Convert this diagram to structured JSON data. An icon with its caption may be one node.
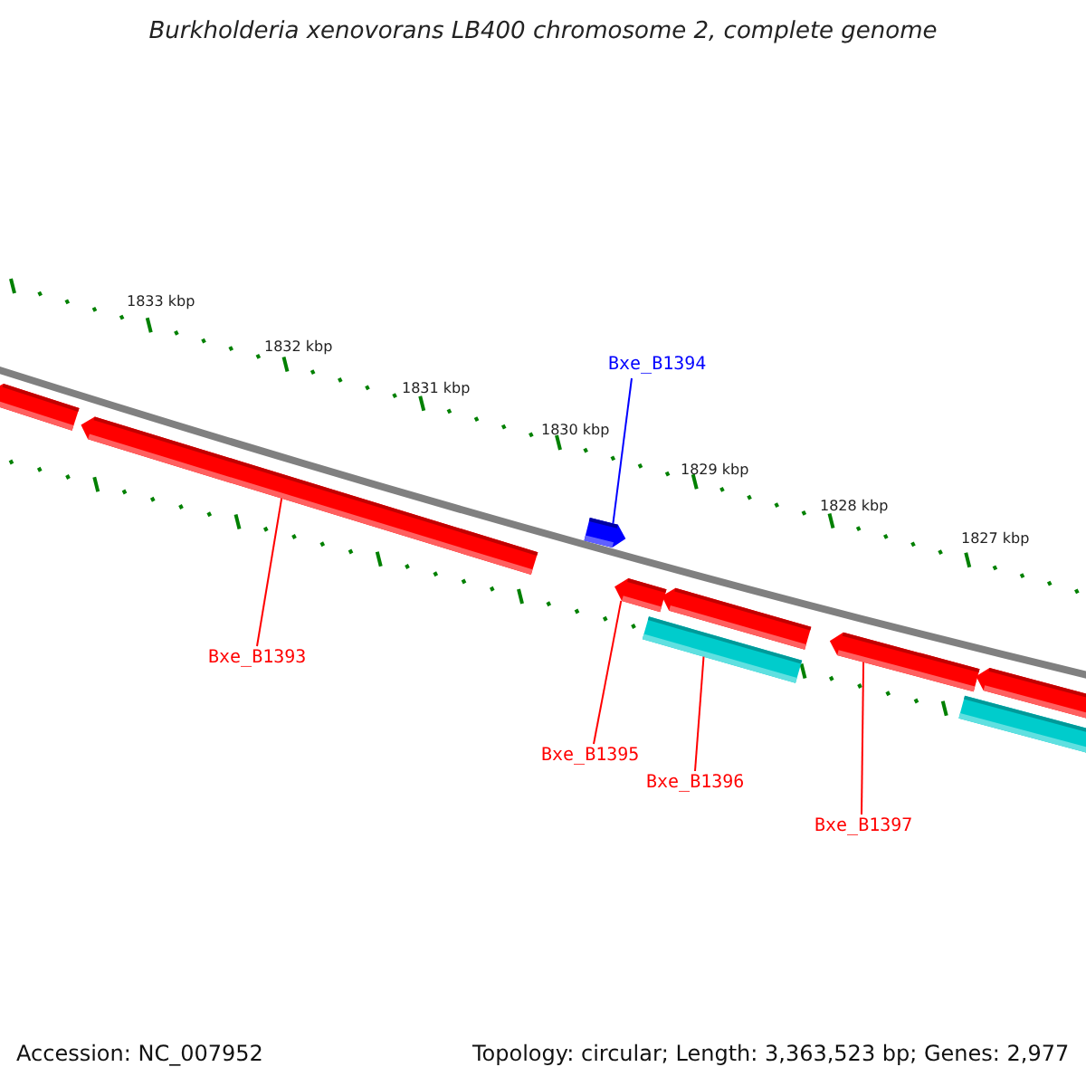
{
  "diagram": {
    "title": "Burkholderia xenovorans LB400 chromosome 2, complete genome",
    "nodes": [
      {
        "text": [
          "Bxe_B1394"
        ]
      },
      {
        "text": [
          "Bxe_B1393"
        ]
      },
      {
        "text": [
          "Bxe_B1395"
        ]
      },
      {
        "text": [
          "Bxe_B1396"
        ]
      },
      {
        "text": [
          "Bxe_B1397"
        ]
      },
      {
        "text": [],
        "shape": "bar"
      },
      {
        "text": [],
        "shape": "bar"
      },
      {
        "text": [],
        "shape": "bar"
      },
      {
        "text": [],
        "shape": "bar"
      },
      {
        "text": [],
        "shape": "bar"
      },
      {
        "text": [],
        "shape": "bar"
      },
      {
        "text": [],
        "shape": "bar"
      },
      {
        "text": [],
        "shape": "bar"
      },
      {
        "text": [],
        "shape": "bar"
      }
    ],
    "edges": [
      {
        "from": 0,
        "to": 7,
        "arrow": "none",
        "color": "#0000ff"
      },
      {
        "from": 1,
        "to": 6,
        "arrow": "none"
      },
      {
        "from": 2,
        "to": 8,
        "arrow": "none"
      },
      {
        "from": 3,
        "to": 10,
        "arrow": "none"
      },
      {
        "from": 4,
        "to": 11,
        "arrow": "none"
      }
    ],
    "labels": [
      "1833 kbp",
      "1832 kbp",
      "1831 kbp",
      "1830 kbp",
      "1829 kbp",
      "1828 kbp",
      "1827 kbp",
      "Accession: NC_007952",
      "Topology: circular; Length: 3,363,523 bp; Genes: 2,977"
    ]
  }
}
